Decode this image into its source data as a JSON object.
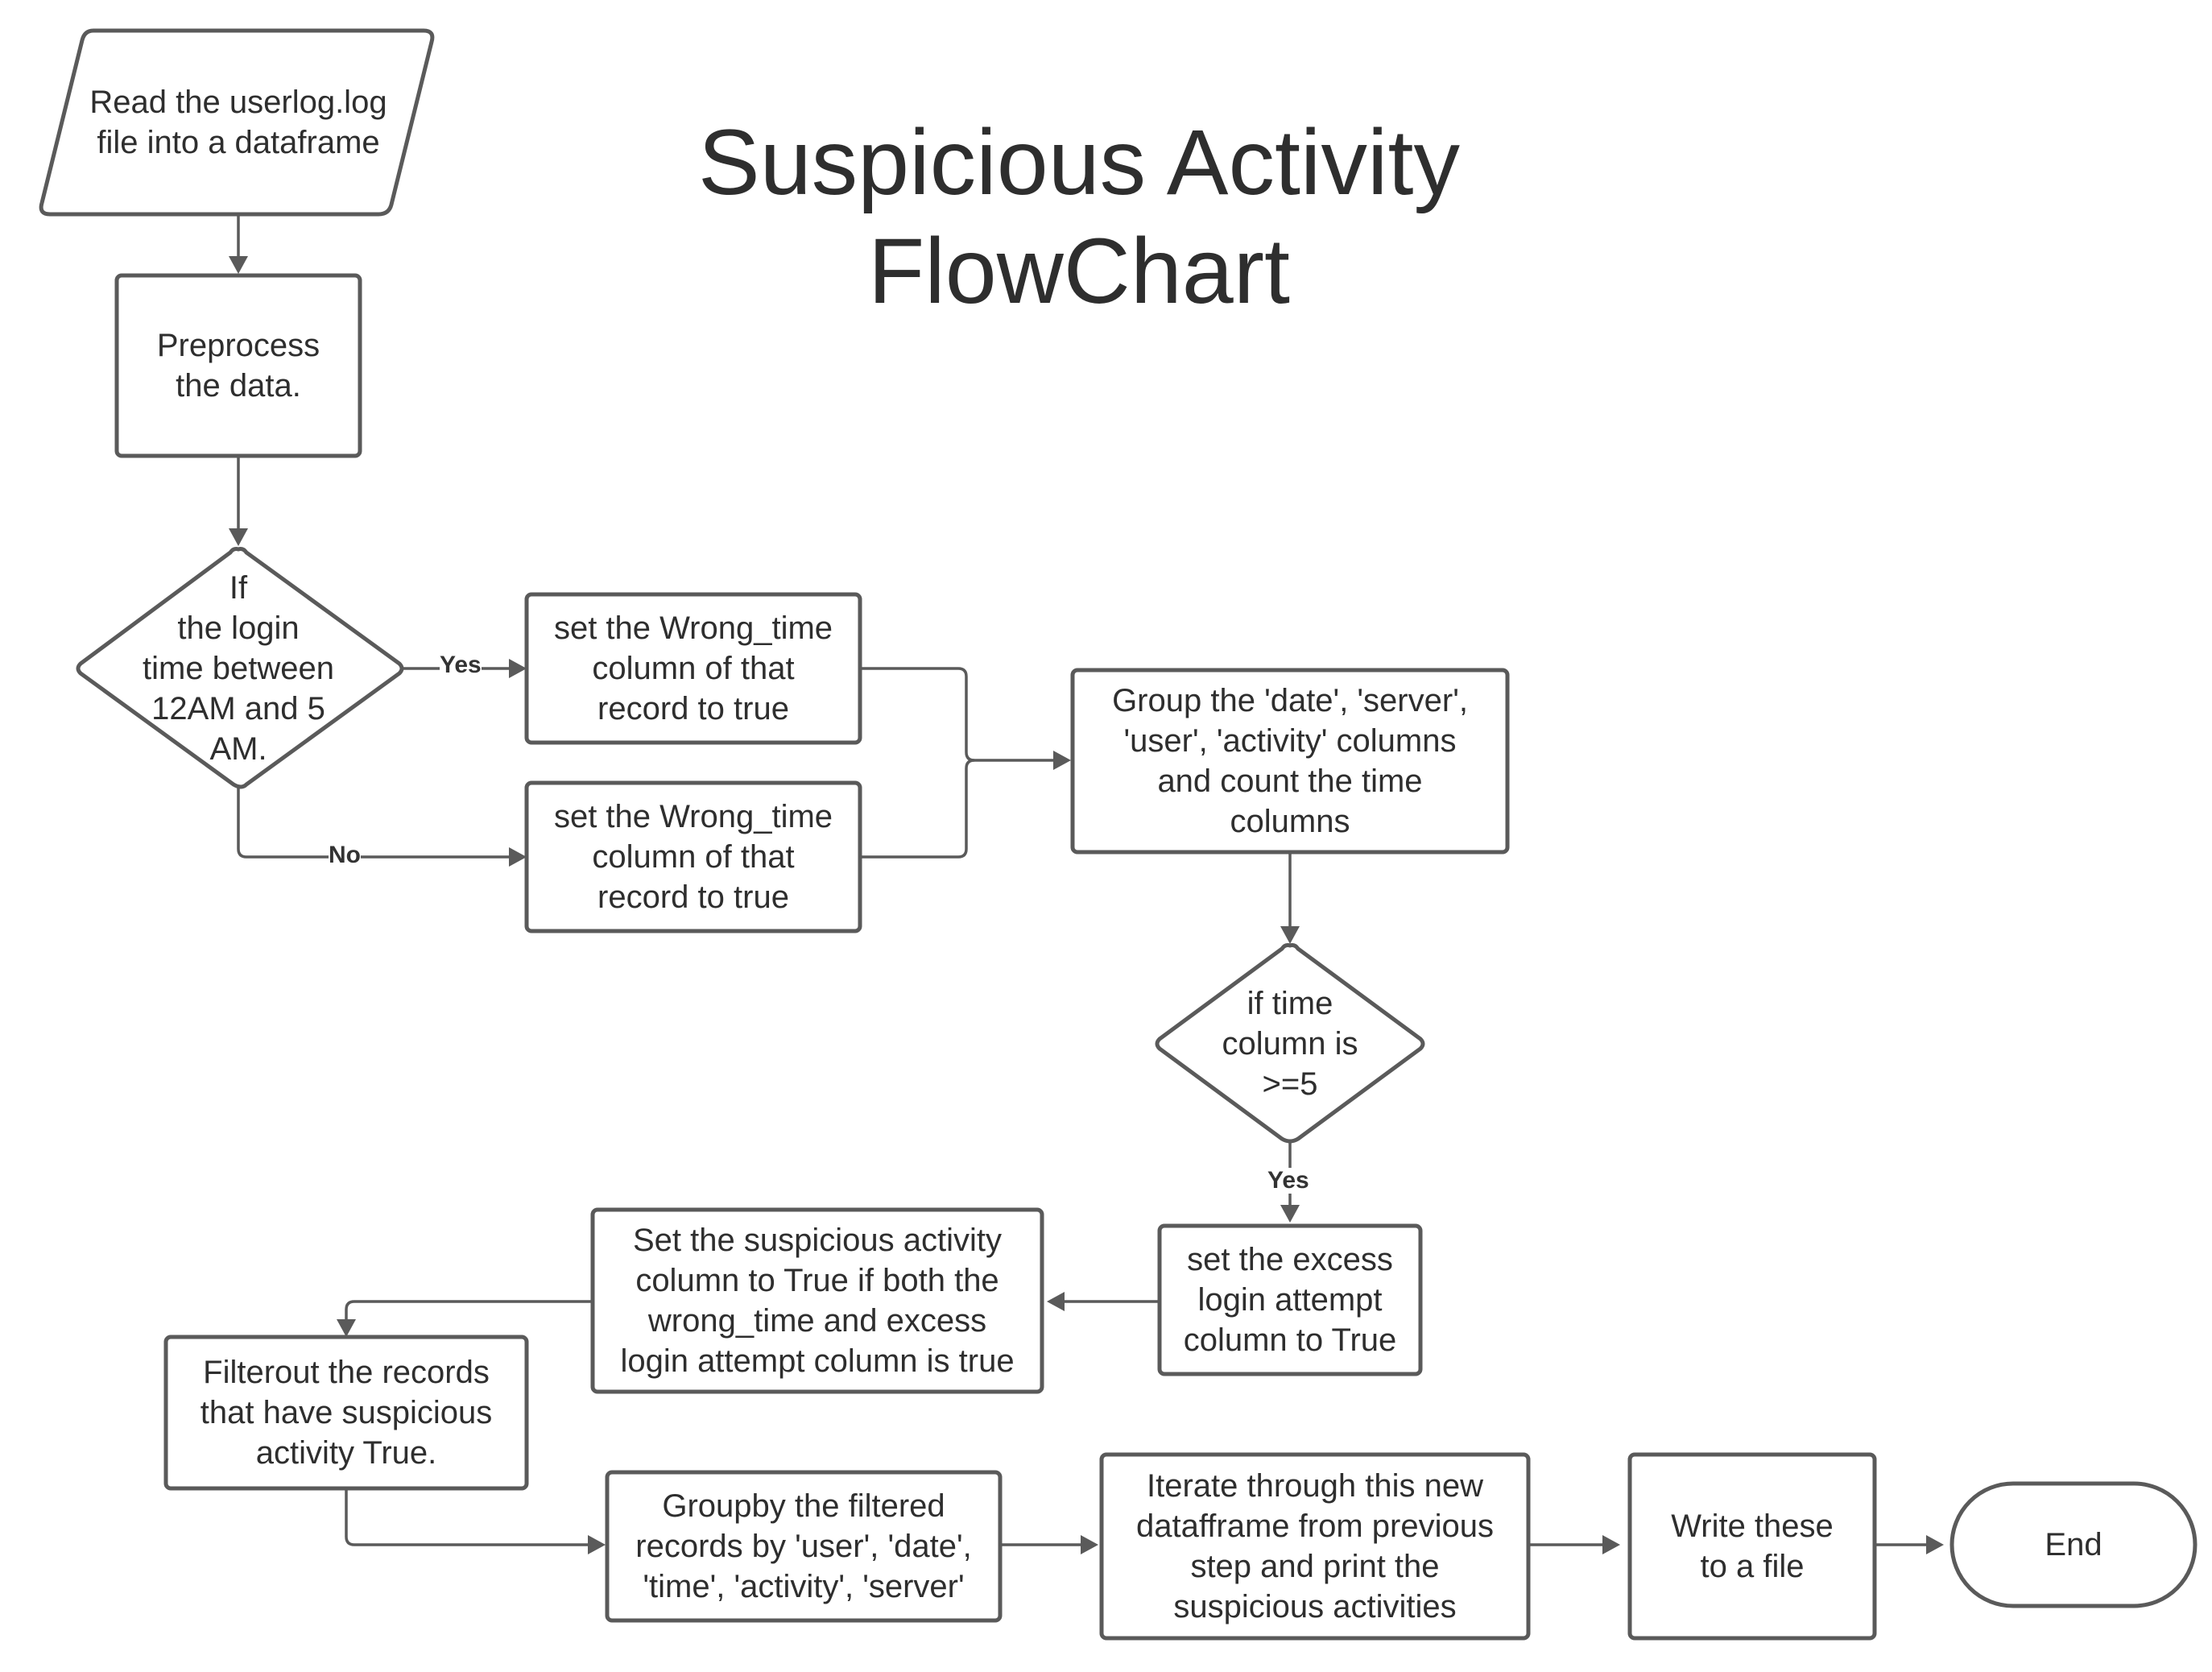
{
  "title": {
    "line1": "Suspicious Activity",
    "line2": "FlowChart"
  },
  "nodes": {
    "read_log": [
      "Read the userlog.log",
      "file into a dataframe"
    ],
    "preprocess": [
      "Preprocess",
      "the data."
    ],
    "login_time_decision": [
      "If",
      "the login",
      "time between",
      "12AM and 5",
      "AM."
    ],
    "wrong_time_yes": [
      "set the Wrong_time",
      "column of that",
      "record to true"
    ],
    "wrong_time_no": [
      "set the Wrong_time",
      "column of that",
      "record to true"
    ],
    "group_count": [
      "Group the 'date', 'server',",
      "'user', 'activity' columns",
      "and count the time",
      "columns"
    ],
    "time_count_decision": [
      "if time",
      "column is",
      ">=5"
    ],
    "excess_login": [
      "set the excess",
      "login attempt",
      "column to True"
    ],
    "set_suspicious": [
      "Set the suspicious activity",
      "column to True if both the",
      "wrong_time and excess",
      "login attempt column is true"
    ],
    "filter_records": [
      "Filterout the records",
      "that have suspicious",
      "activity True."
    ],
    "groupby_filtered": [
      "Groupby the filtered",
      "records by 'user', 'date',",
      "'time', 'activity', 'server'"
    ],
    "iterate_print": [
      "Iterate through this new",
      "datafframe from previous",
      "step and print the",
      "suspicious activities"
    ],
    "write_file": [
      "Write these",
      "to a file"
    ],
    "end": [
      "End"
    ]
  },
  "edge_labels": {
    "login_yes": "Yes",
    "login_no": "No",
    "count_yes": "Yes"
  },
  "colors": {
    "stroke": "#5a5a5a",
    "text": "#2e2e2e",
    "background": "#ffffff"
  }
}
